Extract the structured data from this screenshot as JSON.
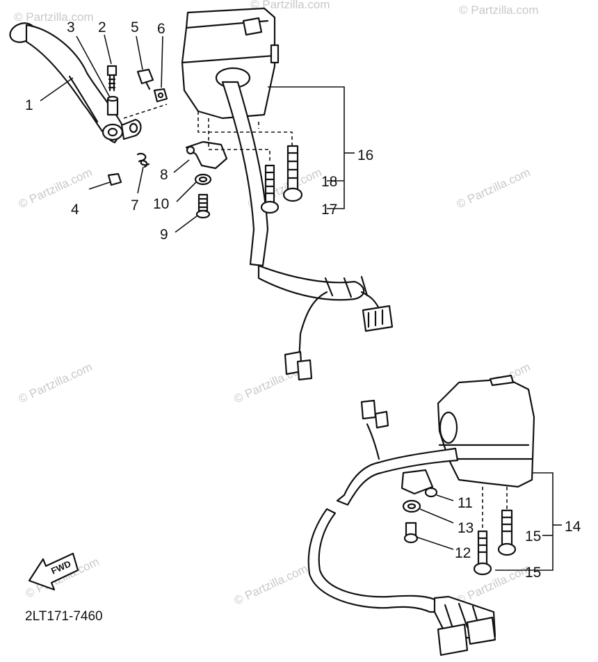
{
  "watermark": {
    "text": "© Partzilla.com"
  },
  "diagram_code": "2LT171-7460",
  "fwd_arrow": {
    "label": "FWD"
  },
  "callouts": [
    {
      "id": "callout-1",
      "label": "1"
    },
    {
      "id": "callout-2",
      "label": "2"
    },
    {
      "id": "callout-3",
      "label": "3"
    },
    {
      "id": "callout-4",
      "label": "4"
    },
    {
      "id": "callout-5",
      "label": "5"
    },
    {
      "id": "callout-6",
      "label": "6"
    },
    {
      "id": "callout-7",
      "label": "7"
    },
    {
      "id": "callout-8",
      "label": "8"
    },
    {
      "id": "callout-9",
      "label": "9"
    },
    {
      "id": "callout-10",
      "label": "10"
    },
    {
      "id": "callout-11",
      "label": "11"
    },
    {
      "id": "callout-12",
      "label": "12"
    },
    {
      "id": "callout-13",
      "label": "13"
    },
    {
      "id": "callout-14",
      "label": "14"
    },
    {
      "id": "callout-15a",
      "label": "15"
    },
    {
      "id": "callout-15b",
      "label": "15"
    },
    {
      "id": "callout-16",
      "label": "16"
    },
    {
      "id": "callout-17",
      "label": "17"
    },
    {
      "id": "callout-18",
      "label": "18"
    }
  ]
}
